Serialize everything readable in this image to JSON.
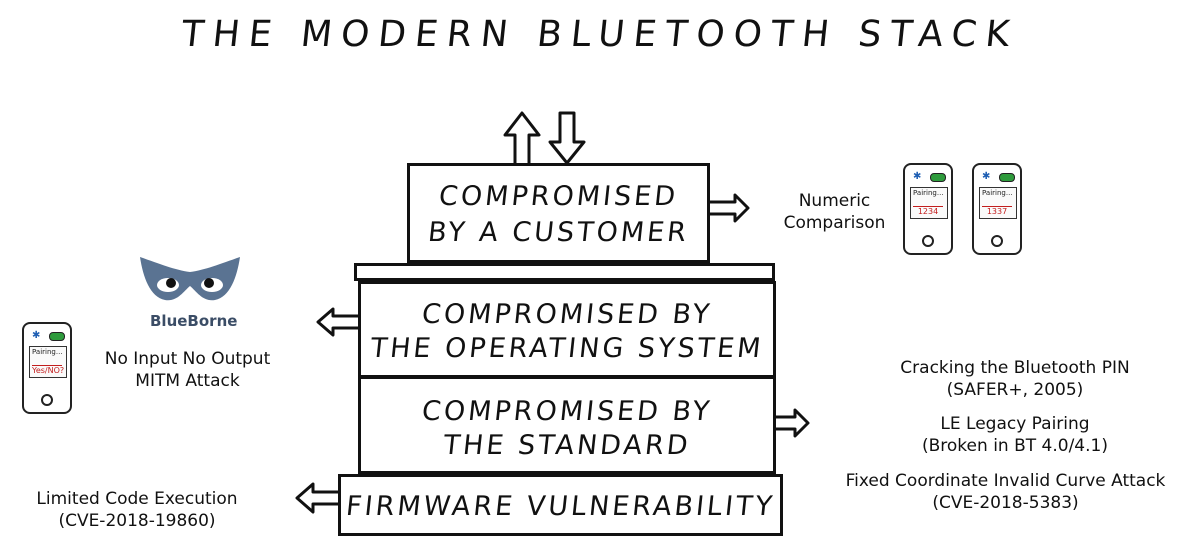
{
  "title": "THE MODERN BLUETOOTH STACK",
  "layers": {
    "customer": [
      "COMPROMISED",
      "BY A CUSTOMER"
    ],
    "os": [
      "COMPROMISED BY",
      "THE OPERATING SYSTEM"
    ],
    "standard": [
      "COMPROMISED BY",
      "THE STANDARD"
    ],
    "firmware": [
      "FIRMWARE VULNERABILITY"
    ]
  },
  "notes": {
    "numeric_comparison": [
      "Numeric",
      "Comparison"
    ],
    "blueborne": "BlueBorne",
    "noinput": [
      "No Input No Output",
      "MITM Attack"
    ],
    "cracking_pin": [
      "Cracking the Bluetooth PIN",
      "(SAFER+, 2005)"
    ],
    "le_legacy": [
      "LE Legacy Pairing",
      "(Broken in BT 4.0/4.1)"
    ],
    "fixed_coord": [
      "Fixed Coordinate Invalid Curve Attack",
      "(CVE-2018-5383)"
    ],
    "limited_code": [
      "Limited Code Execution",
      "(CVE-2018-19860)"
    ]
  },
  "phones": {
    "pairing_label": "Pairing...",
    "codes": [
      "1234",
      "1337",
      "Yes/NO?"
    ]
  },
  "icons": [
    "bluetooth-icon",
    "toggle-icon",
    "home-button-icon",
    "blueborne-mask-icon"
  ],
  "colors": {
    "ink": "#111111",
    "bluetooth": "#1f5fb3",
    "toggle": "#2e9b3c",
    "code": "#c21d1d",
    "mask": "#5a7392"
  }
}
